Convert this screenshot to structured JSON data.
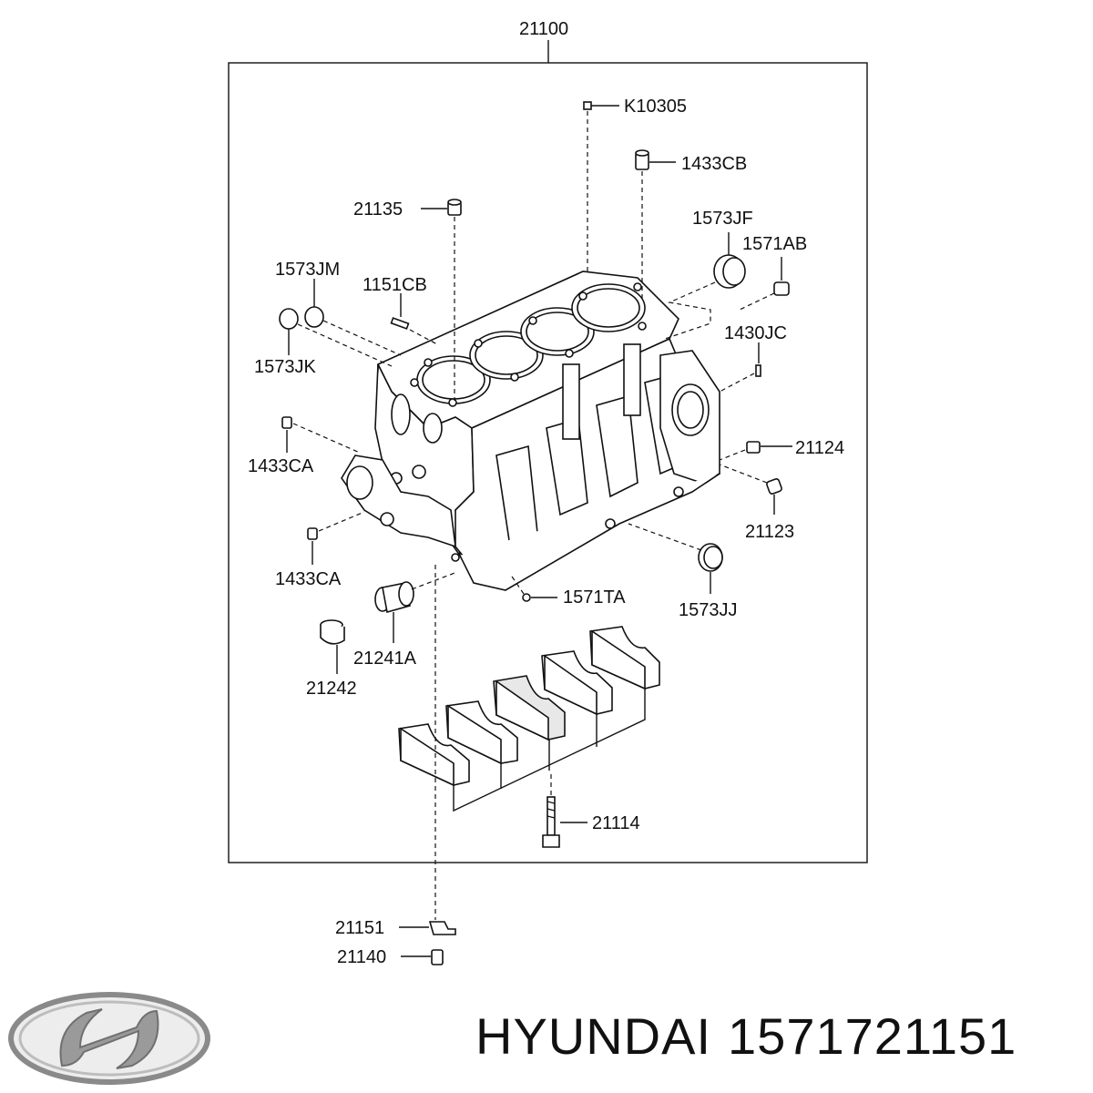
{
  "labels": {
    "assy": "21100",
    "k10305": "K10305",
    "p1433cb": "1433CB",
    "p21135": "21135",
    "p1573jf": "1573JF",
    "p1571ab": "1571AB",
    "p1573jm": "1573JM",
    "p1151cb": "1151CB",
    "p1430jc": "1430JC",
    "p1573jk": "1573JK",
    "p21124": "21124",
    "p1433ca_top": "1433CA",
    "p21123": "21123",
    "p1433ca_bottom": "1433CA",
    "p1571ta": "1571TA",
    "p1573jj": "1573JJ",
    "p21241a": "21241A",
    "p21242": "21242",
    "p21114": "21114",
    "p21151": "21151",
    "p21140": "21140"
  },
  "footer": {
    "brand": "HYUNDAI",
    "part_number": "1571721151"
  },
  "logo": {
    "name": "hyundai-logo",
    "color": "#9a9a9a"
  }
}
